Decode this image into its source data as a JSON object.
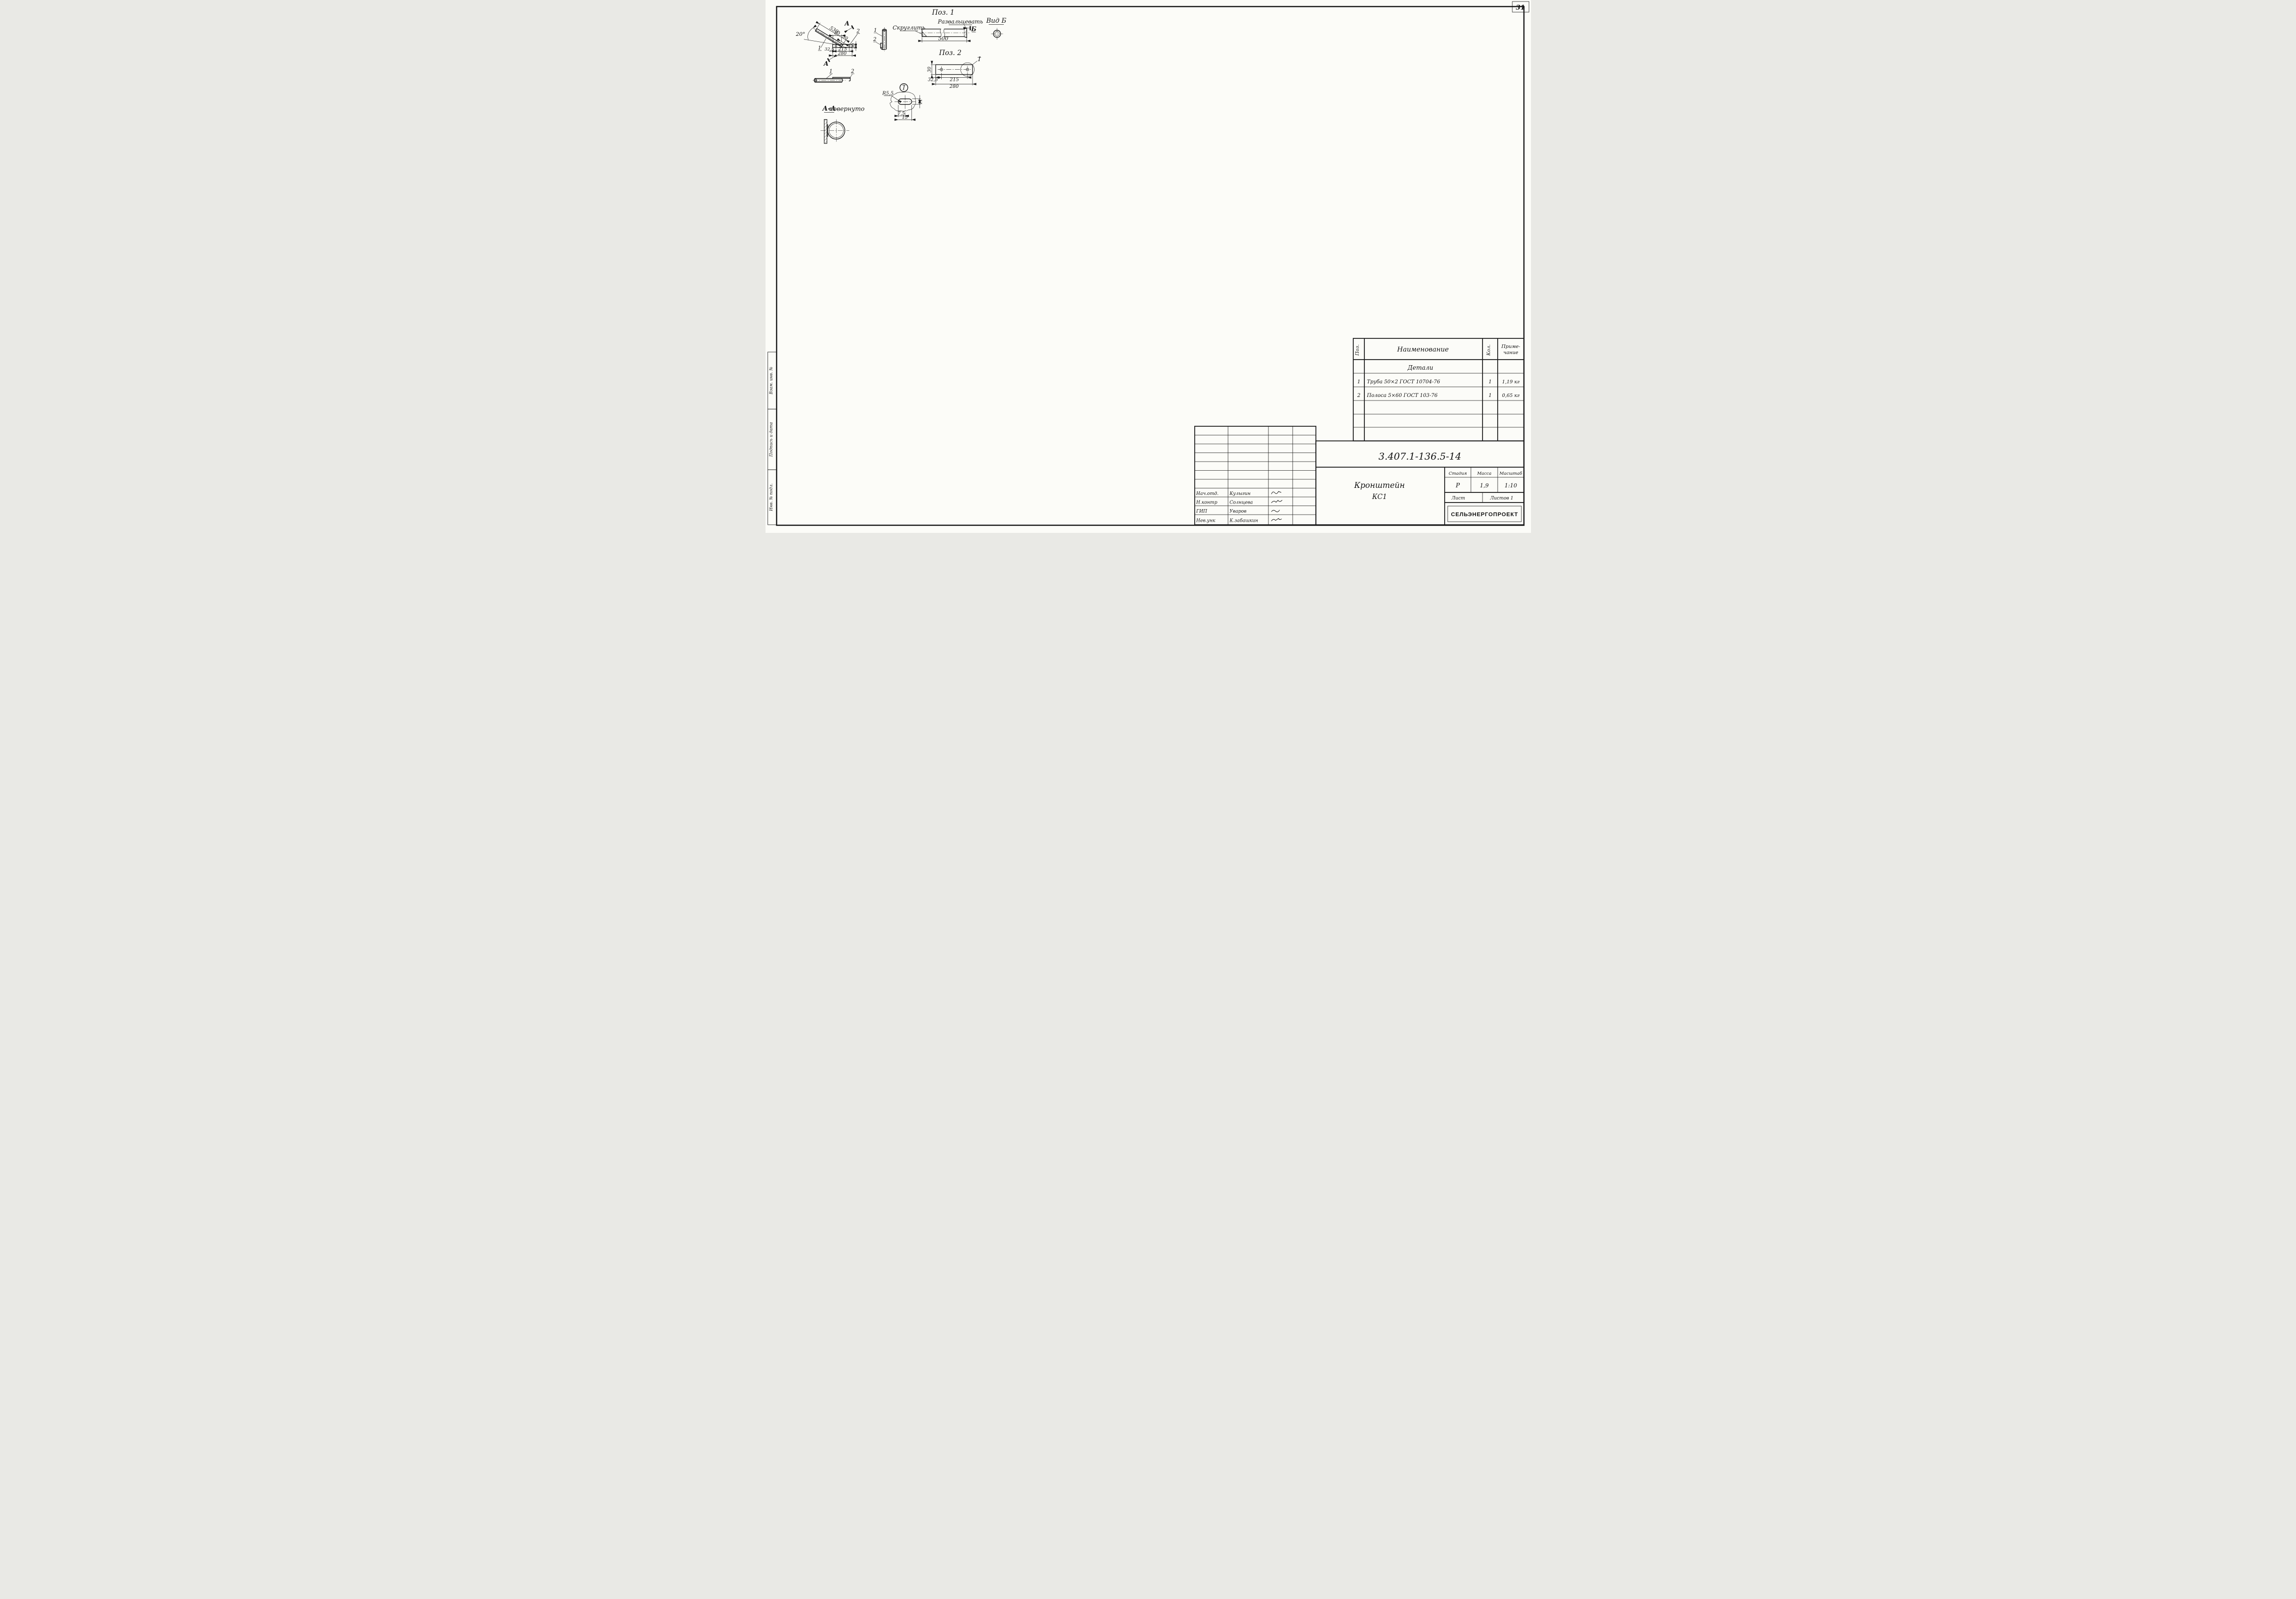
{
  "page_number": "31",
  "side_stamps": {
    "box1": "Взам. инв. №",
    "box2": "Подпись и дата",
    "box3": "Инв. № подл."
  },
  "main_view": {
    "angle": "20°",
    "dim_length": "530",
    "dim_80": "80",
    "dim_30_end": "30",
    "dim_30_width": "30",
    "dim_32_5": "32,5",
    "dim_215": "215",
    "dim_280": "280",
    "label_part1": "1",
    "label_part2": "2",
    "section_top": "А",
    "section_bottom": "А"
  },
  "pipe_view": {
    "label_part1": "1",
    "label_part2": "2"
  },
  "side_view": {
    "label_part1": "1",
    "label_part2": "2"
  },
  "poz1": {
    "title": "Поз. 1",
    "note_round": "Скруглить",
    "note_flare": "Развальцевать",
    "mark": "Б",
    "dim_500": "500"
  },
  "vid_b": {
    "title": "Вид Б"
  },
  "poz2": {
    "title": "Поз. 2",
    "dim_30": "30",
    "dim_32_5": "32,5",
    "dim_215": "215",
    "dim_280": "280",
    "mark": "I"
  },
  "detail_i": {
    "mark": "I",
    "radius": "R5,5",
    "dim_7_5": "7,5",
    "dim_15": "15",
    "dim_11": "11"
  },
  "section_aa": {
    "title": "А-А",
    "note": "повернуто"
  },
  "parts_table": {
    "col_poz": "Поз.",
    "col_name": "Наименование",
    "col_qty": "Кол.",
    "col_note_line1": "Приме-",
    "col_note_line2": "чание",
    "group_title": "Детали",
    "rows": [
      {
        "poz": "1",
        "name": "Труба 50×2 ГОСТ 10704-76",
        "qty": "1",
        "note": "1,19 кг"
      },
      {
        "poz": "2",
        "name": "Полоса 5×60 ГОСТ 103-76",
        "qty": "1",
        "note": "0,65 кг"
      }
    ]
  },
  "title_block": {
    "doc_number": "3.407.1-136.5-14",
    "name_line1": "Кронштейн",
    "name_line2": "КС1",
    "stage_label": "Стадия",
    "mass_label": "Масса",
    "scale_label": "Масштаб",
    "stage": "Р",
    "mass": "1,9",
    "scale": "1:10",
    "sheet_label": "Лист",
    "sheets_label": "Листов 1",
    "organization": "СЕЛЬЭНЕРГОПРОЕКТ",
    "signers": [
      {
        "role": "Нач.отд.",
        "name": "Кулыгин"
      },
      {
        "role": "Н.контр",
        "name": "Солнцева"
      },
      {
        "role": "ГИП",
        "name": "Уваров"
      },
      {
        "role": "Нев.унк",
        "name": "К.забашкин"
      }
    ]
  }
}
